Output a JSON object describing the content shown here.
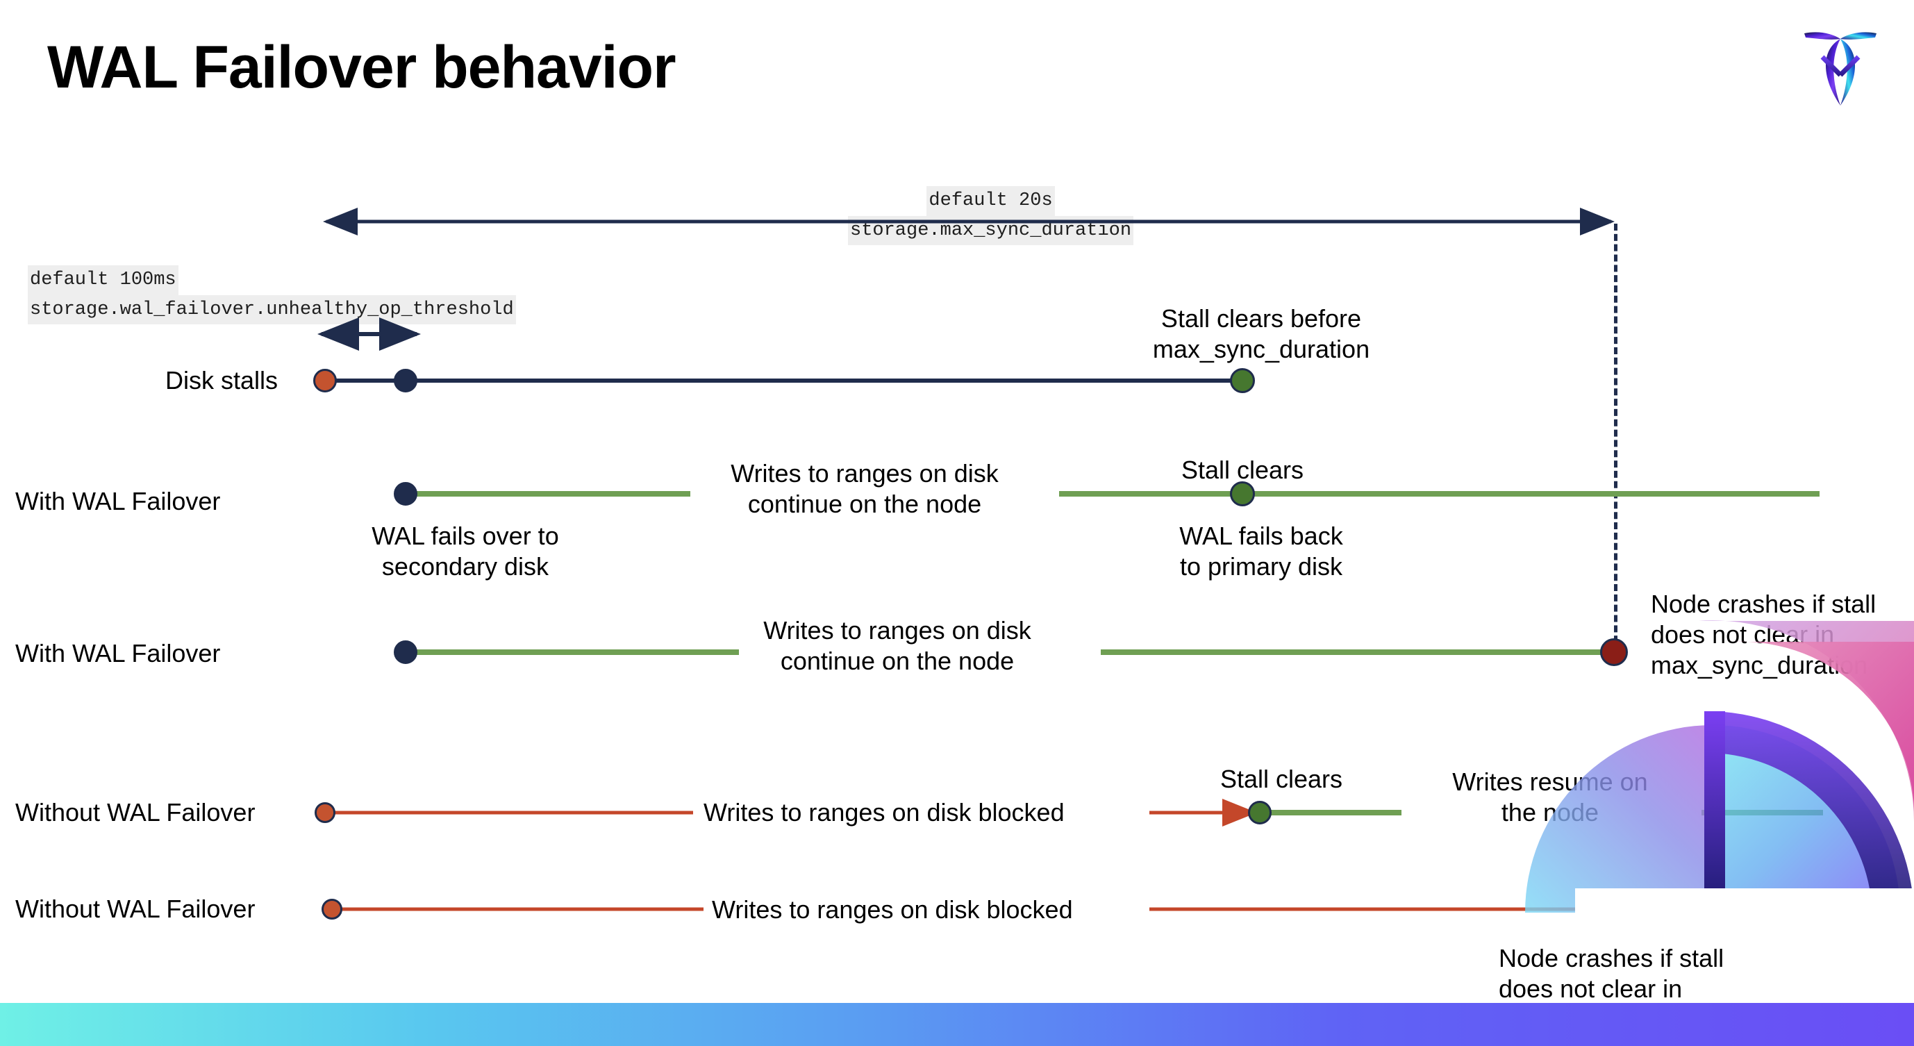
{
  "slide": {
    "title": "WAL Failover behavior",
    "logo_name": "cockroachdb-logo"
  },
  "annotations": {
    "max_sync": {
      "line1": "default 20s",
      "line2": "storage.max_sync_duration"
    },
    "unhealthy": {
      "line1": "default 100ms",
      "line2": "storage.wal_failover.unhealthy_op_threshold"
    }
  },
  "rows": [
    {
      "id": "disk-stalls",
      "label": "Disk stalls",
      "note": "Stall clears before\nmax_sync_duration"
    },
    {
      "id": "with-wal-failover-1",
      "label": "With WAL Failover",
      "note_start": "WAL fails over to\nsecondary disk",
      "note_mid": "Writes to ranges on disk\ncontinue on the node",
      "note_clear": "Stall clears",
      "note_back": "WAL fails  back\nto primary disk"
    },
    {
      "id": "with-wal-failover-2",
      "label": "With WAL Failover",
      "note_mid": "Writes to ranges on disk\ncontinue on the node",
      "note_crash": "Node crashes if stall\ndoes not clear in\nmax_sync_duration"
    },
    {
      "id": "without-wal-failover-1",
      "label": "Without WAL Failover",
      "note_blocked": "Writes to ranges on disk  blocked",
      "note_clear": "Stall clears",
      "note_resume": "Writes resume on\nthe node"
    },
    {
      "id": "without-wal-failover-2",
      "label": "Without WAL Failover",
      "note_blocked": "Writes to ranges on disk  blocked",
      "note_crash": "Node crashes if stall\ndoes not clear in\nmax_sync_duration"
    }
  ],
  "colors": {
    "navy": "#1f2c4c",
    "green_line": "#6f9f53",
    "green_dot": "#46772f",
    "red_line": "#c4472a",
    "orange_dot": "#c4532f",
    "dark_red_dot": "#8a1e17",
    "code_bg": "#eeeeee"
  }
}
